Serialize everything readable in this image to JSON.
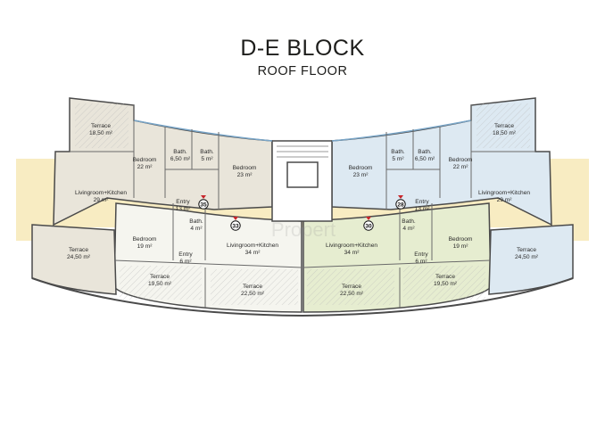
{
  "header": {
    "title": "D-E BLOCK",
    "subtitle": "ROOF FLOOR"
  },
  "colors": {
    "left_upper_unit": "#e9e5da",
    "left_lower_unit": "#f5f5ef",
    "right_lower_unit": "#e6edd0",
    "right_upper_unit": "#dde9f2",
    "corridor_band": "#f8ecc2",
    "marker_red": "#c8252a",
    "wall": "#4a4a4a"
  },
  "rooms": [
    {
      "name": "Terrace",
      "area": "18,50 m²"
    },
    {
      "name": "Bedroom",
      "area": "22 m²"
    },
    {
      "name": "Bath.",
      "area": "6,50 m²"
    },
    {
      "name": "Bath.",
      "area": "5 m²"
    },
    {
      "name": "Bedroom",
      "area": "23 m²"
    },
    {
      "name": "Livingroom+Kitchen",
      "area": "29 m²"
    },
    {
      "name": "Entry",
      "area": "13 m²"
    },
    {
      "name": "Bath.",
      "area": "4 m²"
    },
    {
      "name": "Bedroom",
      "area": "19 m²"
    },
    {
      "name": "Entry",
      "area": "6 m²"
    },
    {
      "name": "Livingroom+Kitchen",
      "area": "34 m²"
    },
    {
      "name": "Terrace",
      "area": "24,50 m²"
    },
    {
      "name": "Terrace",
      "area": "19,50 m²"
    },
    {
      "name": "Terrace",
      "area": "22,50 m²"
    },
    {
      "name": "Livingroom+Kitchen",
      "area": "34 m²"
    },
    {
      "name": "Terrace",
      "area": "22,50 m²"
    },
    {
      "name": "Bath.",
      "area": "4 m²"
    },
    {
      "name": "Entry",
      "area": "6 m²"
    },
    {
      "name": "Bedroom",
      "area": "19 m²"
    },
    {
      "name": "Terrace",
      "area": "19,50 m²"
    },
    {
      "name": "Livingroom+Kitchen",
      "area": "29 m²"
    },
    {
      "name": "Terrace",
      "area": "24,50 m²"
    },
    {
      "name": "Entry",
      "area": "13 m²"
    },
    {
      "name": "Bedroom",
      "area": "23 m²"
    },
    {
      "name": "Bath.",
      "area": "5 m²"
    },
    {
      "name": "Bath.",
      "area": "6,50 m²"
    },
    {
      "name": "Bedroom",
      "area": "22 m²"
    },
    {
      "name": "Terrace",
      "area": "18,50 m²"
    }
  ],
  "unit_markers": [
    "35",
    "33",
    "30",
    "28"
  ],
  "watermark": "Propert"
}
